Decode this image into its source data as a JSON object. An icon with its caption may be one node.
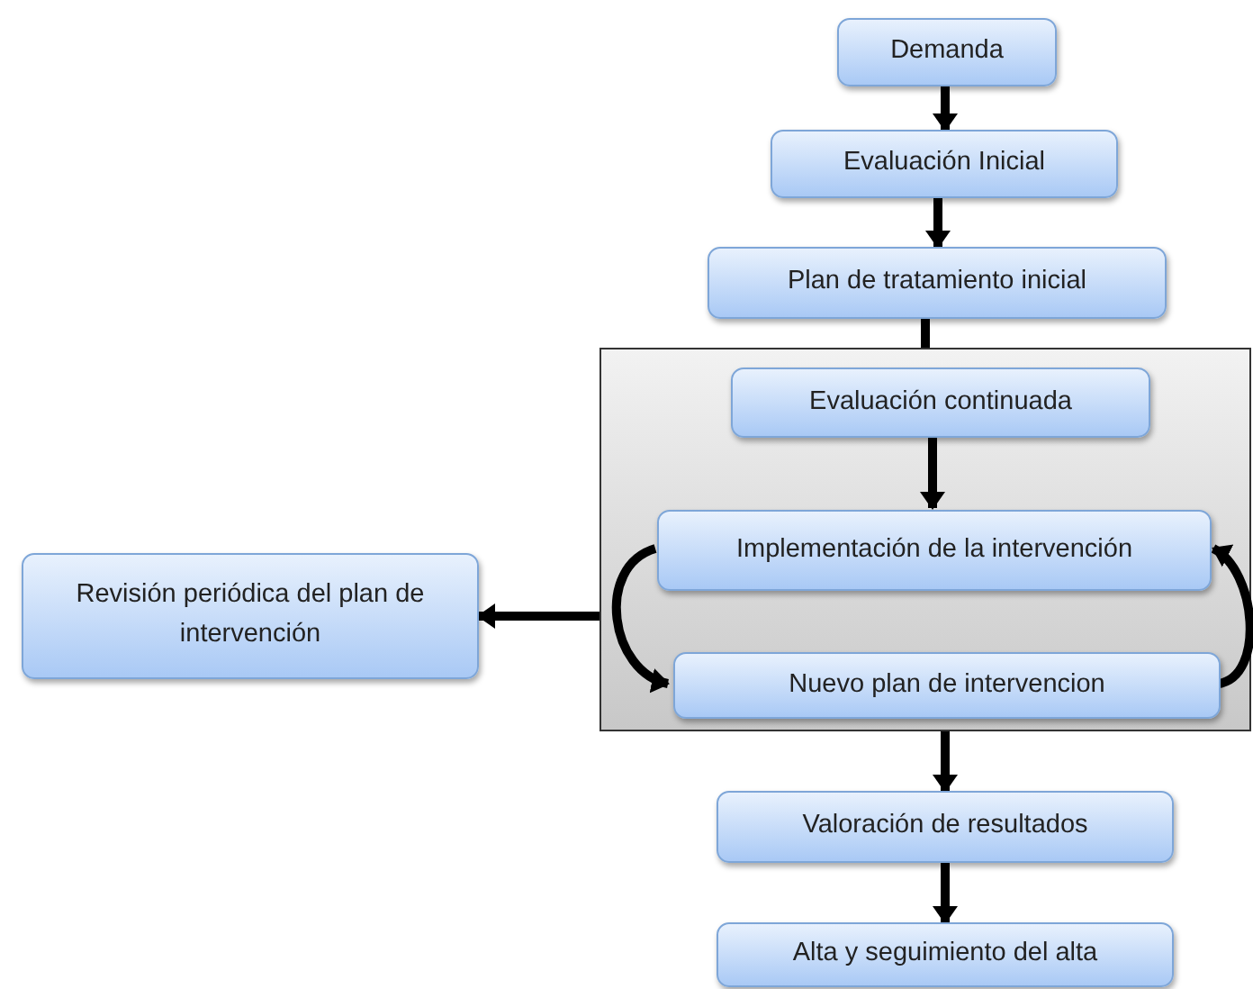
{
  "diagram": {
    "nodes": [
      {
        "text": [
          "Demanda"
        ]
      },
      {
        "text": [
          "Evaluación Inicial"
        ]
      },
      {
        "text": [
          "Plan de tratamiento inicial"
        ]
      },
      {
        "text": [],
        "shape": "box"
      },
      {
        "text": [
          "Evaluación continuada"
        ],
        "in": 3
      },
      {
        "text": [
          "Implementación de la intervención"
        ],
        "in": 3
      },
      {
        "text": [
          "Nuevo plan de intervencion"
        ],
        "in": 3
      },
      {
        "text": [
          "Revisión periódica del plan de intervención"
        ]
      },
      {
        "text": [
          "Valoración de resultados"
        ]
      },
      {
        "text": [
          "Alta y seguimiento del alta"
        ]
      }
    ],
    "edges": [
      {
        "from": 0,
        "to": 1,
        "arrow": "to"
      },
      {
        "from": 1,
        "to": 2,
        "arrow": "to"
      },
      {
        "from": 2,
        "to": 3,
        "arrow": "none"
      },
      {
        "from": 4,
        "to": 5,
        "arrow": "to"
      },
      {
        "from": 5,
        "to": 6,
        "arrow": "to"
      },
      {
        "from": 6,
        "to": 5,
        "arrow": "to"
      },
      {
        "from": 3,
        "to": 7,
        "arrow": "to"
      },
      {
        "from": 3,
        "to": 8,
        "arrow": "to"
      },
      {
        "from": 8,
        "to": 9,
        "arrow": "to"
      }
    ]
  }
}
